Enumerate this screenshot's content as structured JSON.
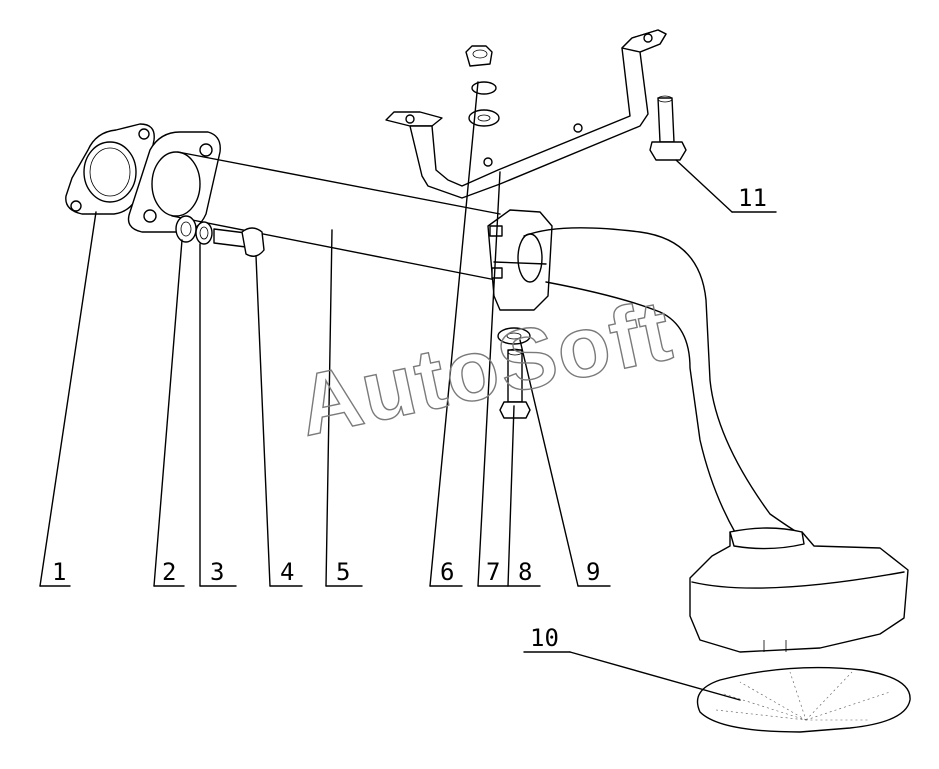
{
  "diagram": {
    "callouts": [
      {
        "id": "1",
        "label": "1"
      },
      {
        "id": "2",
        "label": "2"
      },
      {
        "id": "3",
        "label": "3"
      },
      {
        "id": "4",
        "label": "4"
      },
      {
        "id": "5",
        "label": "5"
      },
      {
        "id": "6",
        "label": "6"
      },
      {
        "id": "7",
        "label": "7"
      },
      {
        "id": "8",
        "label": "8"
      },
      {
        "id": "9",
        "label": "9"
      },
      {
        "id": "10",
        "label": "10"
      },
      {
        "id": "11",
        "label": "11"
      }
    ],
    "watermark": "AutoSoft"
  }
}
